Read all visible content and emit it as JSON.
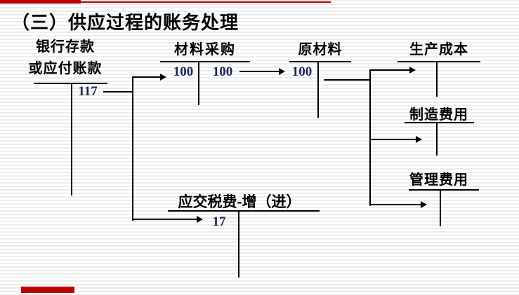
{
  "slide": {
    "title": "（三）供应过程的账务处理",
    "accent_color": "#c00000",
    "amount_color": "#1a2560",
    "text_color": "#000000"
  },
  "accounts": {
    "bank": {
      "label_line1": "银行存款",
      "label_line2": "或应付账款",
      "credit_amount": "117"
    },
    "material_purchase": {
      "label": "材料采购",
      "debit_amount": "100",
      "credit_amount": "100"
    },
    "raw_material": {
      "label": "原材料",
      "debit_amount": "100"
    },
    "production_cost": {
      "label": "生产成本"
    },
    "manufacturing_overhead": {
      "label": "制造费用"
    },
    "admin_expense": {
      "label": "管理费用"
    },
    "vat_input": {
      "label": "应交税费-增（进）",
      "debit_amount": "17"
    }
  }
}
